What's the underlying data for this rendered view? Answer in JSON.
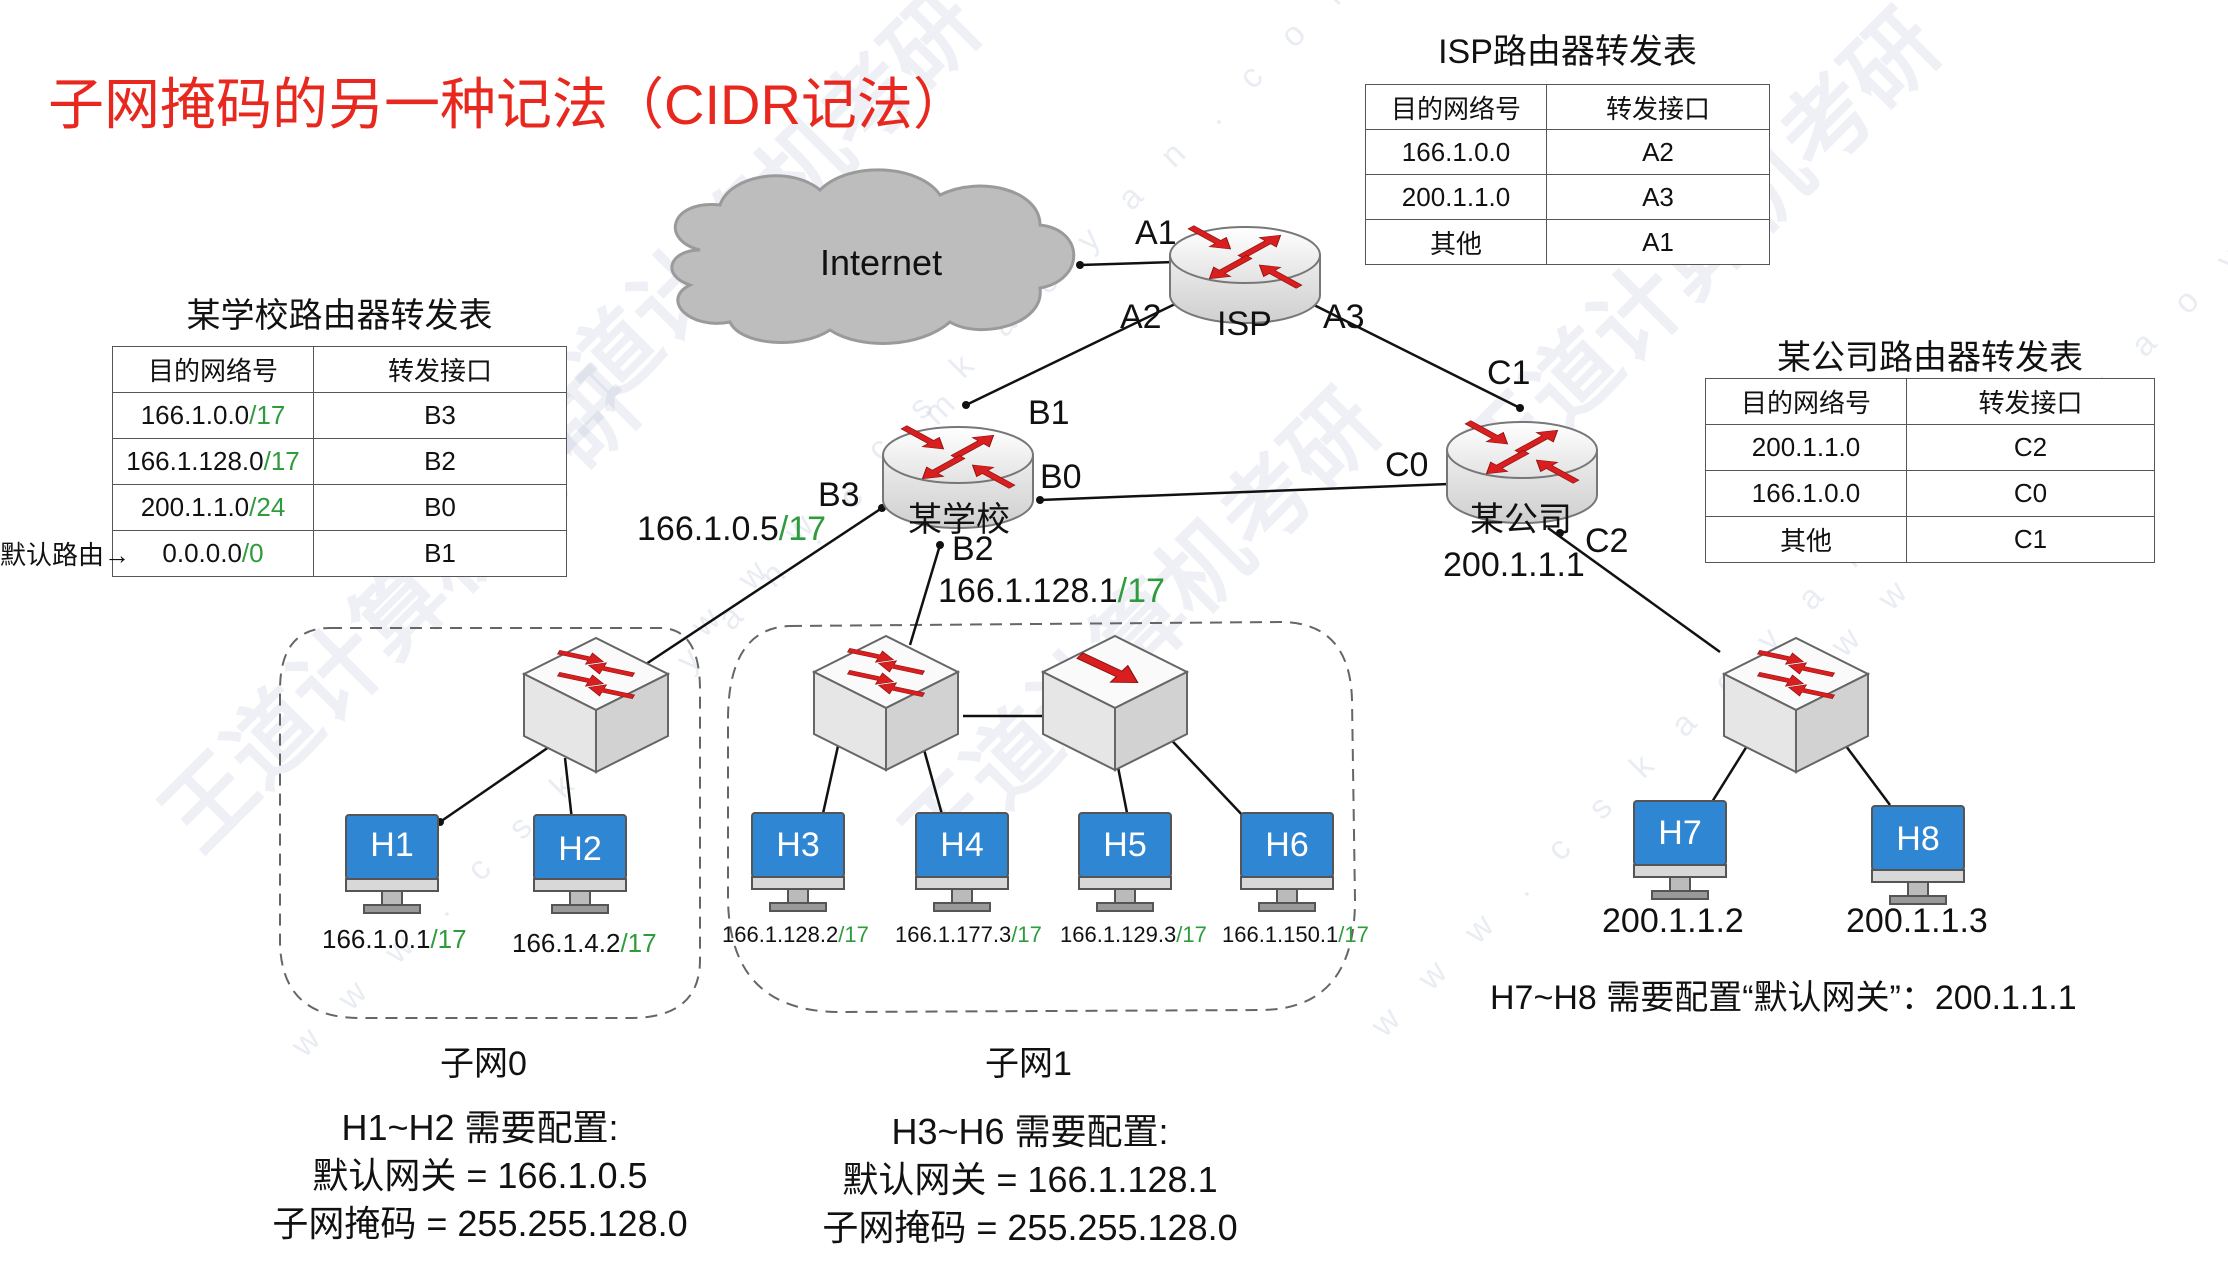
{
  "title": "子网掩码的另一种记法（CIDR记法）",
  "isp_table": {
    "title": "ISP路由器转发表",
    "headers": [
      "目的网络号",
      "转发接口"
    ],
    "rows": [
      {
        "dest": "166.1.0.0",
        "iface": "A2"
      },
      {
        "dest": "200.1.1.0",
        "iface": "A3"
      },
      {
        "dest": "其他",
        "iface": "A1"
      }
    ]
  },
  "school_table": {
    "title": "某学校路由器转发表",
    "headers": [
      "目的网络号",
      "转发接口"
    ],
    "rows": [
      {
        "dest": "166.1.0.0",
        "prefix": "/17",
        "iface": "B3"
      },
      {
        "dest": "166.1.128.0",
        "prefix": "/17",
        "iface": "B2"
      },
      {
        "dest": "200.1.1.0",
        "prefix": "/24",
        "iface": "B0"
      },
      {
        "dest": "0.0.0.0",
        "prefix": "/0",
        "iface": "B1"
      }
    ],
    "default_route_label": "默认路由→"
  },
  "company_table": {
    "title": "某公司路由器转发表",
    "headers": [
      "目的网络号",
      "转发接口"
    ],
    "rows": [
      {
        "dest": "200.1.1.0",
        "iface": "C2"
      },
      {
        "dest": "166.1.0.0",
        "iface": "C0"
      },
      {
        "dest": "其他",
        "iface": "C1"
      }
    ]
  },
  "internet_label": "Internet",
  "routers": {
    "isp": {
      "name": "ISP",
      "ports": {
        "a1": "A1",
        "a2": "A2",
        "a3": "A3"
      }
    },
    "school": {
      "name": "某学校",
      "ports": {
        "b0": "B0",
        "b1": "B1",
        "b2": "B2",
        "b3": "B3"
      }
    },
    "company": {
      "name": "某公司",
      "ports": {
        "c0": "C0",
        "c1": "C1",
        "c2": "C2"
      },
      "ip": "200.1.1.1"
    }
  },
  "interface_ips": {
    "b3": {
      "ip": "166.1.0.5",
      "prefix": "/17"
    },
    "b2": {
      "ip": "166.1.128.1",
      "prefix": "/17"
    }
  },
  "hosts": [
    {
      "name": "H1",
      "ip": "166.1.0.1",
      "prefix": "/17"
    },
    {
      "name": "H2",
      "ip": "166.1.4.2",
      "prefix": "/17"
    },
    {
      "name": "H3",
      "ip": "166.1.128.2",
      "prefix": "/17"
    },
    {
      "name": "H4",
      "ip": "166.1.177.3",
      "prefix": "/17"
    },
    {
      "name": "H5",
      "ip": "166.1.129.3",
      "prefix": "/17"
    },
    {
      "name": "H6",
      "ip": "166.1.150.1",
      "prefix": "/17"
    },
    {
      "name": "H7",
      "ip": "200.1.1.2",
      "prefix": ""
    },
    {
      "name": "H8",
      "ip": "200.1.1.3",
      "prefix": ""
    }
  ],
  "subnets": {
    "subnet0": {
      "label": "子网0",
      "config": [
        "H1~H2 需要配置:",
        "默认网关 = 166.1.0.5",
        "子网掩码 = 255.255.128.0"
      ]
    },
    "subnet1": {
      "label": "子网1",
      "config": [
        "H3~H6 需要配置:",
        "默认网关 = 166.1.128.1",
        "子网掩码 = 255.255.128.0"
      ]
    }
  },
  "company_note": "H7~H8 需要配置“默认网关”：200.1.1.1",
  "watermark": {
    "brand": "王道计算机考研",
    "url": "w w w . c s k a o y a n . c o m"
  },
  "colors": {
    "title": "#e8281e",
    "prefix": "#2e9c3c",
    "host_screen": "#2f86d3",
    "arrow": "#d81e1e"
  }
}
